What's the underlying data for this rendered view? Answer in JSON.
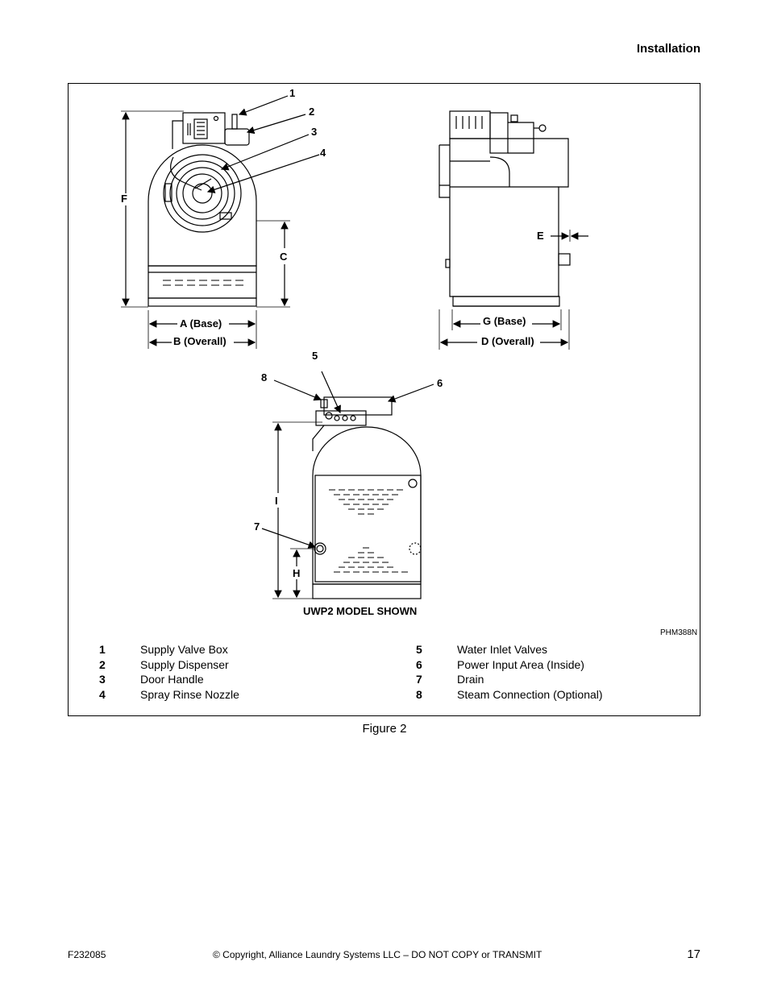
{
  "header": {
    "section": "Installation"
  },
  "figure": {
    "callouts": [
      "1",
      "2",
      "3",
      "4",
      "5",
      "6",
      "7",
      "8"
    ],
    "dimensions": {
      "a": "A (Base)",
      "b": "B (Overall)",
      "c": "C",
      "d": "D (Overall)",
      "e": "E",
      "f": "F",
      "g": "G (Base)",
      "h": "H",
      "i": "I"
    },
    "model_label": "UWP2 MODEL SHOWN",
    "image_code": "PHM388N",
    "legend": [
      {
        "num": "1",
        "text": "Supply Valve Box"
      },
      {
        "num": "2",
        "text": "Supply Dispenser"
      },
      {
        "num": "3",
        "text": "Door Handle"
      },
      {
        "num": "4",
        "text": "Spray Rinse Nozzle"
      },
      {
        "num": "5",
        "text": "Water Inlet Valves"
      },
      {
        "num": "6",
        "text": "Power Input Area (Inside)"
      },
      {
        "num": "7",
        "text": "Drain"
      },
      {
        "num": "8",
        "text": "Steam Connection (Optional)"
      }
    ],
    "caption": "Figure 2"
  },
  "footer": {
    "doc_code": "F232085",
    "copyright": "© Copyright, Alliance Laundry Systems LLC – DO NOT COPY or TRANSMIT",
    "page_number": "17"
  }
}
